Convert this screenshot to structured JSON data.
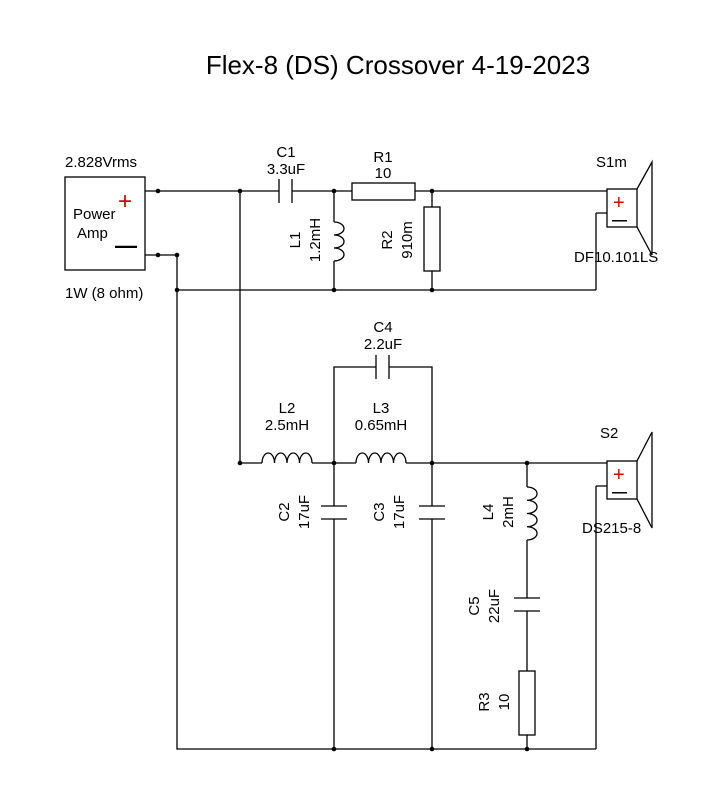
{
  "title": "Flex-8 (DS) Crossover 4-19-2023",
  "colors": {
    "polarity_mark": "#d40000",
    "wire": "#000000",
    "background": "#ffffff"
  },
  "source": {
    "voltage": "2.828Vrms",
    "name_line1": "Power",
    "name_line2": "Amp",
    "power": "1W (8 ohm)",
    "plus": "+",
    "minus": "—"
  },
  "speakers": {
    "s1": {
      "ref": "S1m",
      "model": "DF10.101LS",
      "plus": "+",
      "minus": "—"
    },
    "s2": {
      "ref": "S2",
      "model": "DS215-8",
      "plus": "+",
      "minus": "—"
    }
  },
  "components": {
    "c1": {
      "ref": "C1",
      "value": "3.3uF"
    },
    "r1": {
      "ref": "R1",
      "value": "10"
    },
    "l1": {
      "ref": "L1",
      "value": "1.2mH"
    },
    "r2": {
      "ref": "R2",
      "value": "910m"
    },
    "c4": {
      "ref": "C4",
      "value": "2.2uF"
    },
    "l2": {
      "ref": "L2",
      "value": "2.5mH"
    },
    "l3": {
      "ref": "L3",
      "value": "0.65mH"
    },
    "c2": {
      "ref": "C2",
      "value": "17uF"
    },
    "c3": {
      "ref": "C3",
      "value": "17uF"
    },
    "l4": {
      "ref": "L4",
      "value": "2mH"
    },
    "c5": {
      "ref": "C5",
      "value": "22uF"
    },
    "r3": {
      "ref": "R3",
      "value": "10"
    }
  }
}
